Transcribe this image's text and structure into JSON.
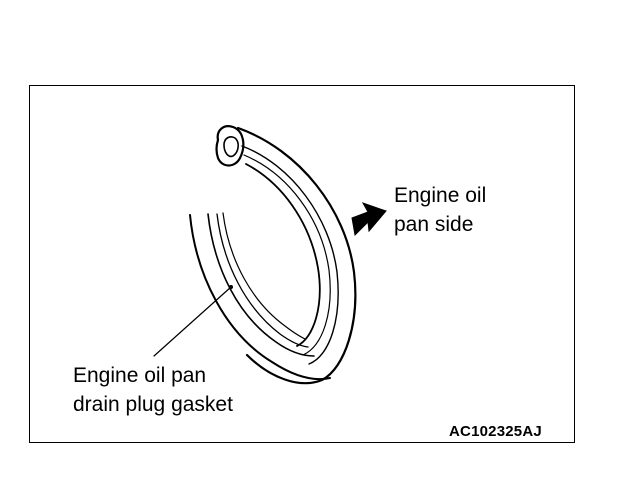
{
  "labels": {
    "pan_side": [
      "Engine oil",
      "pan side"
    ],
    "gasket": [
      "Engine oil pan",
      "drain plug gasket"
    ]
  },
  "figure_code": "AC102325AJ"
}
